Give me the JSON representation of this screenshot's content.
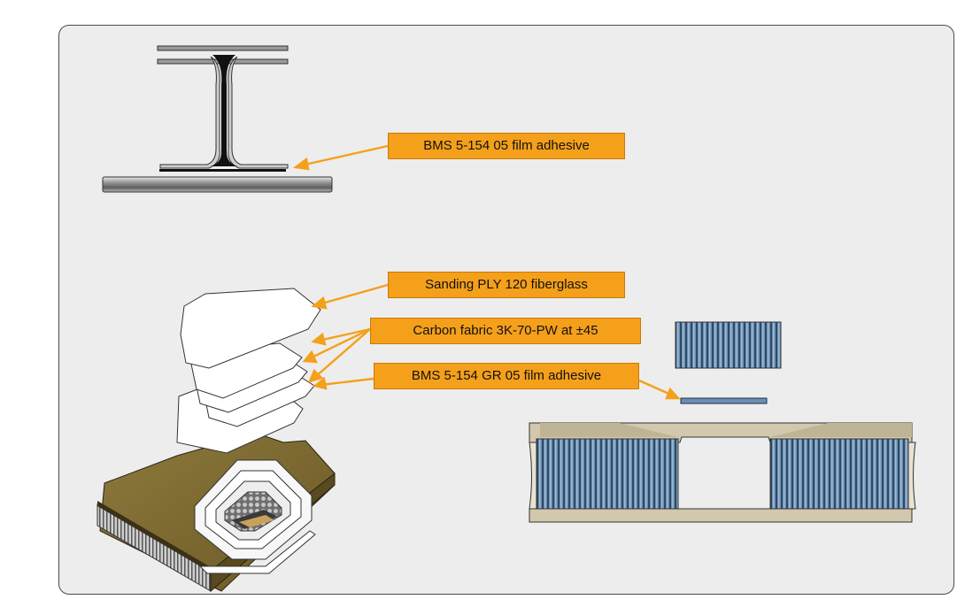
{
  "labels": {
    "film_adhesive_top": "BMS 5-154 05 film adhesive",
    "sanding_ply": "Sanding PLY 120 fiberglass",
    "carbon_fabric": "Carbon fabric 3K-70-PW at ±45",
    "film_adhesive_gr": "BMS 5-154 GR 05 film adhesive"
  },
  "colors": {
    "label_fill": "#f5a01a",
    "leader_line": "#f5a01a",
    "panel_background": "#ededed",
    "honeycomb_core": "#5d82a6",
    "skin_brown": "#7a6630",
    "facesheet_beige": "#d2c8ad"
  }
}
